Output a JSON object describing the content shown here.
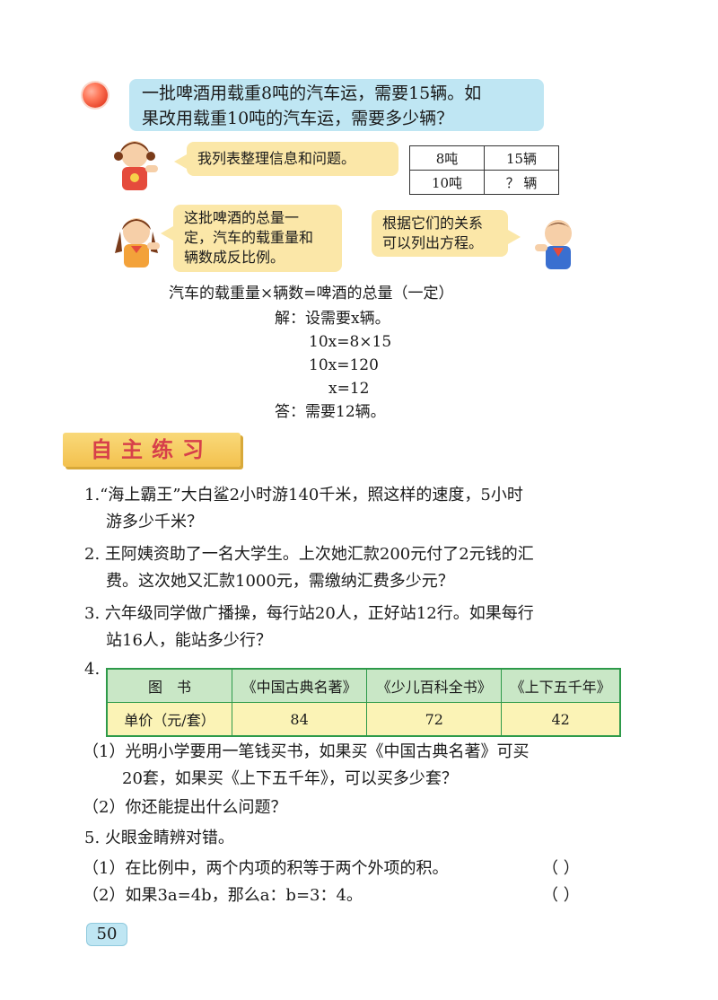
{
  "problem": {
    "line1": "一批啤酒用载重8吨的汽车运，需要15辆。如",
    "line2": "果改用载重10吨的汽车运，需要多少辆？"
  },
  "bubbles": {
    "b1": "我列表整理信息和问题。",
    "b2_l1": "这批啤酒的总量一",
    "b2_l2": "定，汽车的载重量和",
    "b2_l3": "辆数成反比例。",
    "b3_l1": "根据它们的关系",
    "b3_l2": "可以列出方程。"
  },
  "info_table": [
    [
      "8吨",
      "15辆"
    ],
    [
      "10吨",
      "？ 辆"
    ]
  ],
  "solution": {
    "formula": "汽车的载重量×辆数=啤酒的总量（一定）",
    "step1": "解：设需要x辆。",
    "step2": "10x=8×15",
    "step3": "10x=120",
    "step4": "x=12",
    "answer": "答：需要12辆。"
  },
  "section_title": "自主练习",
  "exercises": {
    "e1_l1": "1.“海上霸王”大白鲨2小时游140千米，照这样的速度，5小时",
    "e1_l2": "游多少千米？",
    "e2_l1": "2. 王阿姨资助了一名大学生。上次她汇款200元付了2元钱的汇",
    "e2_l2": "费。这次她又汇款1000元，需缴纳汇费多少元？",
    "e3_l1": "3. 六年级同学做广播操，每行站20人，正好站12行。如果每行",
    "e3_l2": "站16人，能站多少行？",
    "e4_num": "4.",
    "e4_q1_l1": "（1）光明小学要用一笔钱买书，如果买《中国古典名著》可买",
    "e4_q1_l2": "20套，如果买《上下五千年》，可以买多少套？",
    "e4_q2": "（2）你还能提出什么问题？",
    "e5": "5. 火眼金睛辨对错。",
    "e5_q1": "（1）在比例中，两个内项的积等于两个外项的积。",
    "e5_q2": "（2）如果3a=4b，那么a：b=3：4。",
    "paren": "（    ）"
  },
  "book_table": {
    "header": [
      "图　书",
      "《中国古典名著》",
      "《少儿百科全书》",
      "《上下五千年》"
    ],
    "row": [
      "单价（元/套）",
      "84",
      "72",
      "42"
    ]
  },
  "page_number": "50"
}
